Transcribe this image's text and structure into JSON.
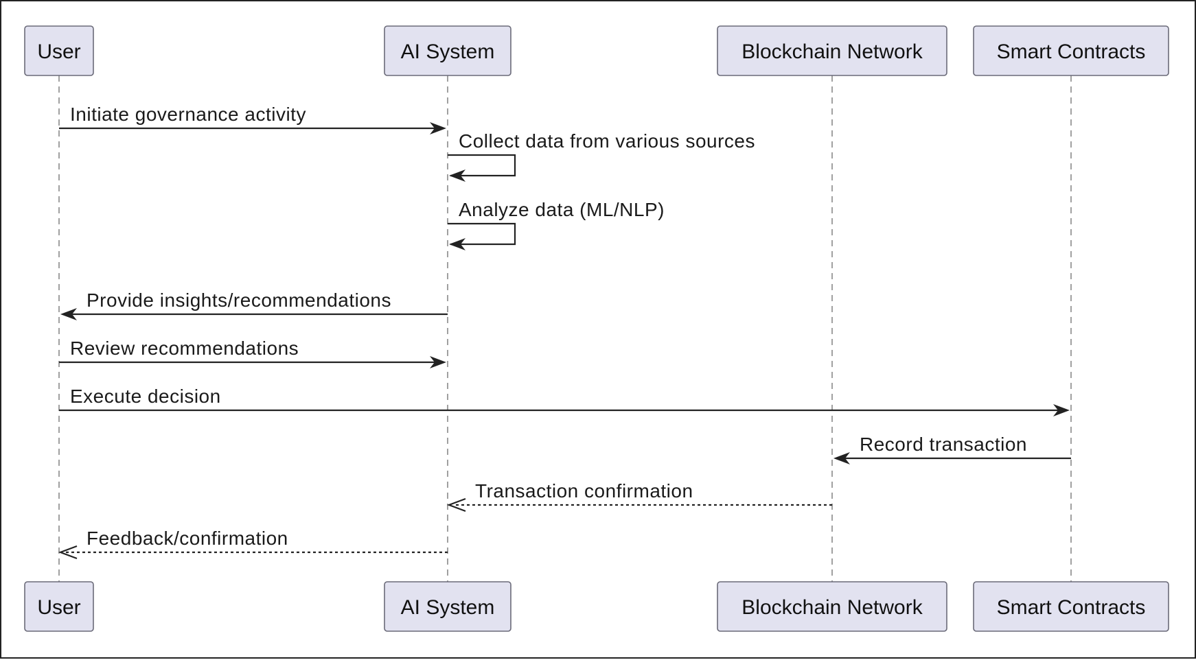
{
  "participants": [
    {
      "id": "user",
      "label": "User"
    },
    {
      "id": "ai",
      "label": "AI System"
    },
    {
      "id": "chain",
      "label": "Blockchain Network"
    },
    {
      "id": "contracts",
      "label": "Smart Contracts"
    }
  ],
  "messages": [
    {
      "from": "user",
      "to": "ai",
      "label": "Initiate governance activity",
      "style": "solid"
    },
    {
      "from": "ai",
      "to": "ai",
      "label": "Collect data from various sources",
      "style": "solid"
    },
    {
      "from": "ai",
      "to": "ai",
      "label": "Analyze data (ML/NLP)",
      "style": "solid"
    },
    {
      "from": "ai",
      "to": "user",
      "label": "Provide insights/recommendations",
      "style": "solid"
    },
    {
      "from": "user",
      "to": "ai",
      "label": "Review recommendations",
      "style": "solid"
    },
    {
      "from": "user",
      "to": "contracts",
      "label": "Execute decision",
      "style": "solid"
    },
    {
      "from": "contracts",
      "to": "chain",
      "label": "Record transaction",
      "style": "solid"
    },
    {
      "from": "chain",
      "to": "ai",
      "label": "Transaction confirmation",
      "style": "dashed"
    },
    {
      "from": "ai",
      "to": "user",
      "label": "Feedback/confirmation",
      "style": "dashed"
    }
  ]
}
